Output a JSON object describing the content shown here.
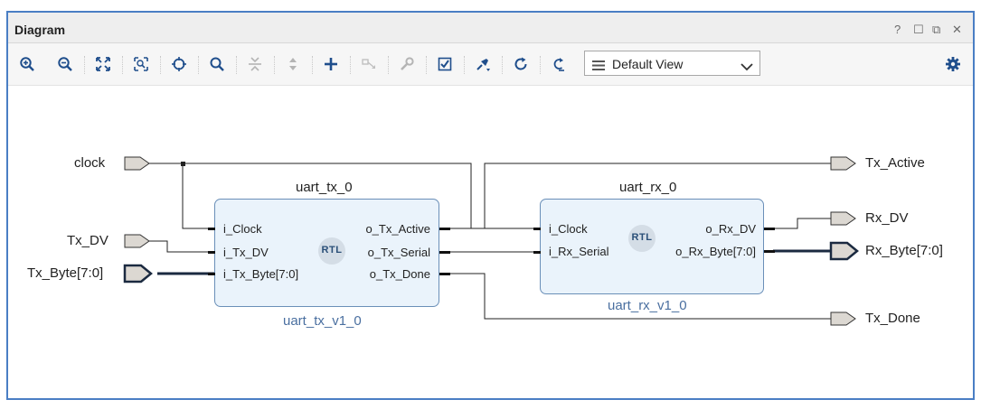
{
  "window": {
    "title": "Diagram",
    "controls": [
      "?",
      "☐",
      "⧉",
      "✕"
    ]
  },
  "toolbar": {
    "view_select": {
      "value": "Default View"
    },
    "icons": [
      "zoom-in-icon",
      "zoom-out-icon",
      "zoom-fit-icon",
      "zoom-area-icon",
      "center-icon",
      "search-icon",
      "collapse-icon",
      "expand-icon",
      "add-icon",
      "route-icon",
      "properties-icon",
      "validate-icon",
      "pin-icon",
      "refresh-icon",
      "regenerate-icon",
      "settings-icon"
    ]
  },
  "diagram": {
    "ports_in": [
      "clock",
      "Tx_DV",
      "Tx_Byte[7:0]"
    ],
    "ports_out": [
      "Tx_Active",
      "Rx_DV",
      "Rx_Byte[7:0]",
      "Tx_Done"
    ],
    "blocks": [
      {
        "name": "uart_tx_0",
        "module": "uart_tx_v1_0",
        "badge": "RTL",
        "inputs": [
          "i_Clock",
          "i_Tx_DV",
          "i_Tx_Byte[7:0]"
        ],
        "outputs": [
          "o_Tx_Active",
          "o_Tx_Serial",
          "o_Tx_Done"
        ]
      },
      {
        "name": "uart_rx_0",
        "module": "uart_rx_v1_0",
        "badge": "RTL",
        "inputs": [
          "i_Clock",
          "i_Rx_Serial"
        ],
        "outputs": [
          "o_Rx_DV",
          "o_Rx_Byte[7:0]"
        ]
      }
    ]
  }
}
